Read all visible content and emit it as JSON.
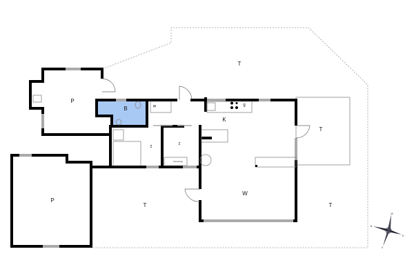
{
  "rooms": {
    "terrace_north": "T",
    "garage_upper": "P",
    "garage_lower": "P",
    "bathroom": "B",
    "washer": "w",
    "kitchen": "K",
    "stove": "g",
    "bedroom_1": "z",
    "bedroom_2": "z",
    "cabinet": "Schabsafe",
    "terrace_east": "T",
    "living": "W",
    "terrace_south": "T",
    "terrace_southeast": "T"
  },
  "compass": {
    "top": "Ø",
    "left": "N",
    "right": "S",
    "bottom": "V"
  },
  "colors": {
    "bathroom": "#a9c9f5",
    "wall": "#000000",
    "window": "#aaaaaa"
  }
}
